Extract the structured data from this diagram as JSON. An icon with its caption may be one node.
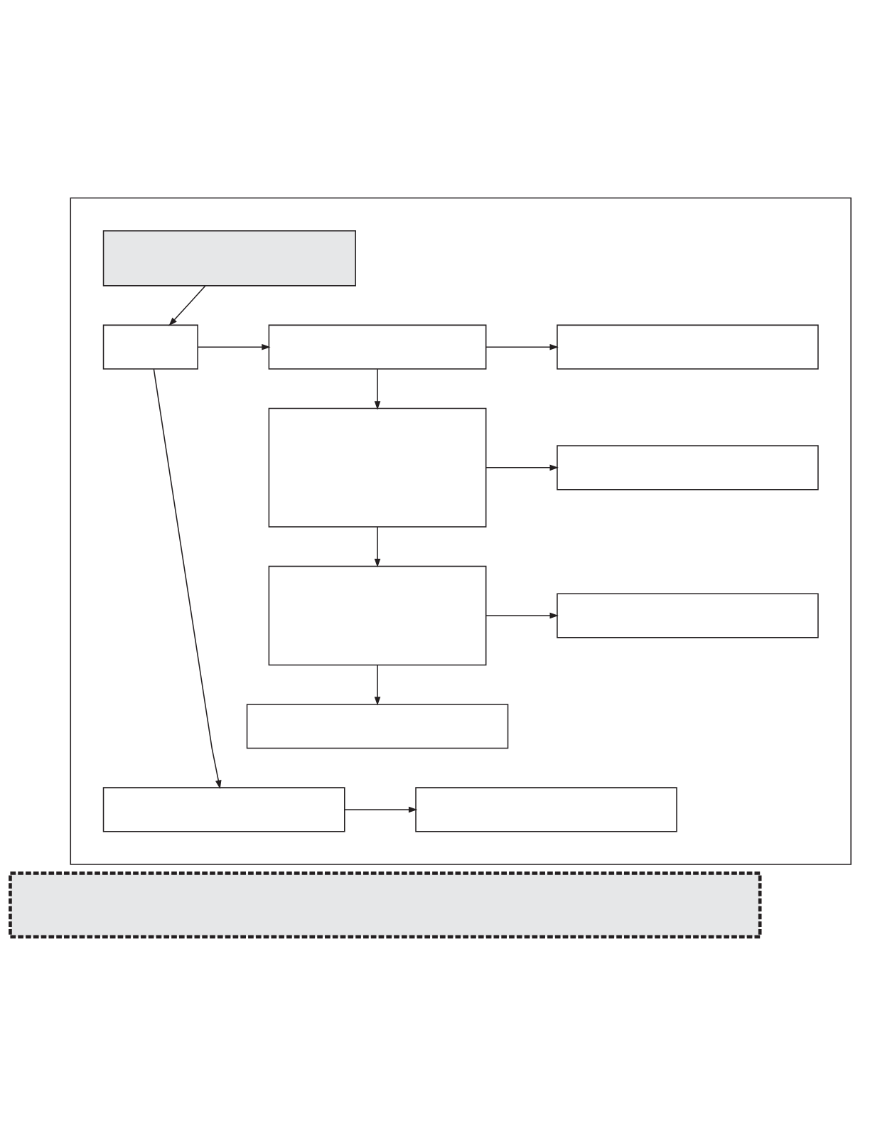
{
  "diagram": {
    "nodes": [
      {
        "text": [],
        "shape": "box"
      },
      {
        "text": [],
        "shape": "box",
        "in": 0
      },
      {
        "text": [],
        "shape": "box",
        "in": 0
      },
      {
        "text": [],
        "shape": "box",
        "in": 0
      },
      {
        "text": [],
        "shape": "box",
        "in": 0
      },
      {
        "text": [],
        "shape": "box",
        "in": 0
      },
      {
        "text": [],
        "shape": "box",
        "in": 0
      },
      {
        "text": [],
        "shape": "box",
        "in": 0
      },
      {
        "text": [],
        "shape": "box",
        "in": 0
      },
      {
        "text": [],
        "shape": "box",
        "in": 0
      },
      {
        "text": [],
        "shape": "box",
        "in": 0
      },
      {
        "text": [],
        "shape": "box",
        "in": 0
      },
      {
        "text": [],
        "shape": "box"
      }
    ],
    "edges": [
      {
        "from": 1,
        "to": 2,
        "arrow": "to"
      },
      {
        "from": 2,
        "to": 3,
        "arrow": "to"
      },
      {
        "from": 3,
        "to": 4,
        "arrow": "to"
      },
      {
        "from": 3,
        "to": 5,
        "arrow": "to"
      },
      {
        "from": 5,
        "to": 6,
        "arrow": "to"
      },
      {
        "from": 5,
        "to": 7,
        "arrow": "to"
      },
      {
        "from": 7,
        "to": 8,
        "arrow": "to"
      },
      {
        "from": 7,
        "to": 9,
        "arrow": "to"
      },
      {
        "from": 2,
        "to": 10,
        "arrow": "to"
      },
      {
        "from": 10,
        "to": 11,
        "arrow": "to"
      }
    ]
  }
}
